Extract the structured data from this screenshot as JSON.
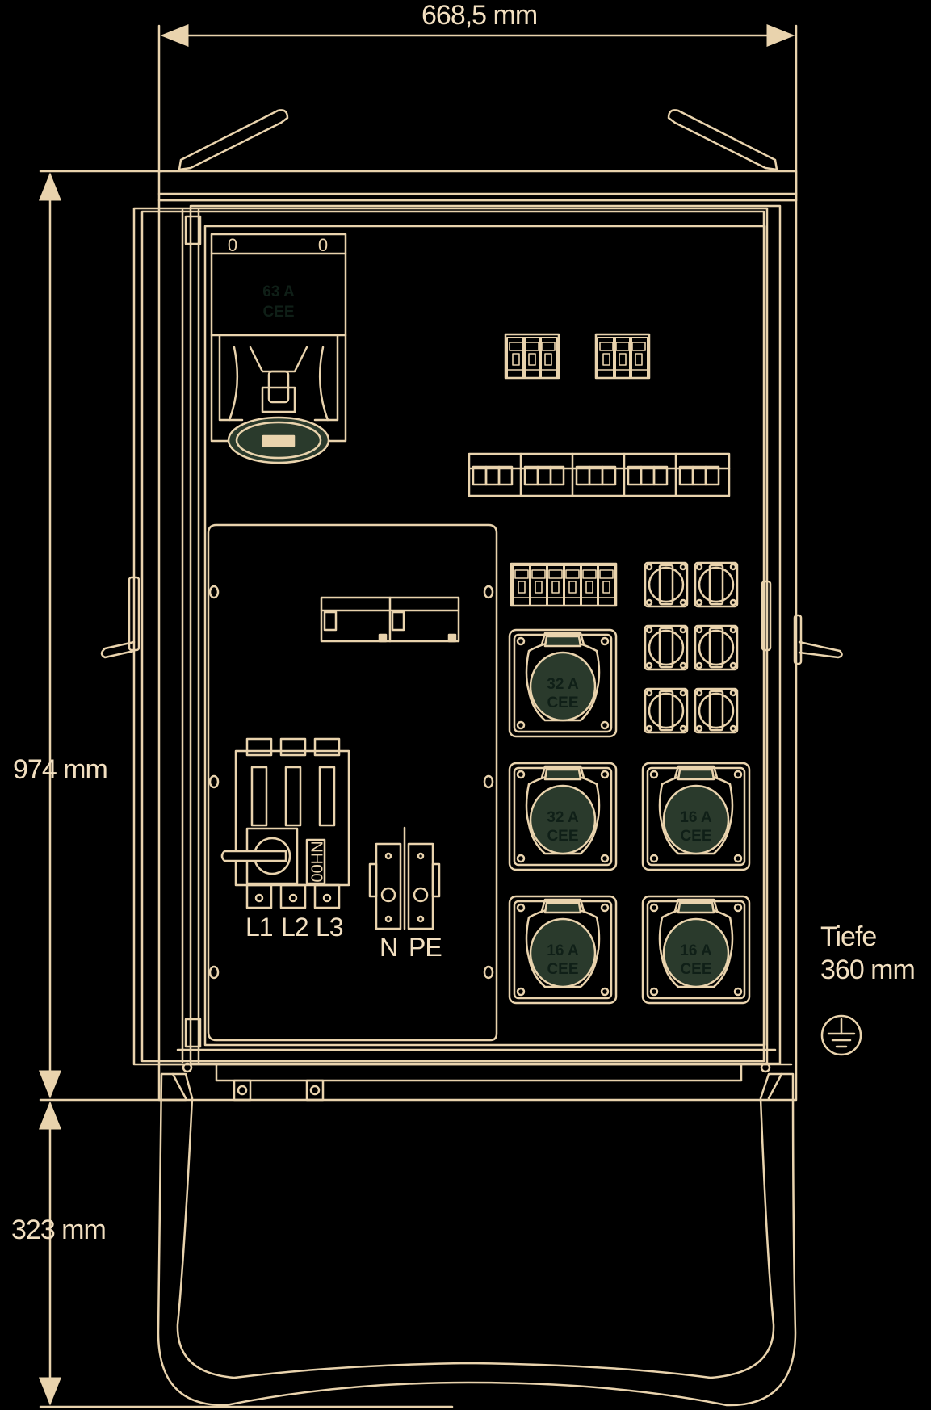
{
  "dimensions": {
    "width": "668,5 mm",
    "height": "974 mm",
    "legs": "323 mm",
    "depth_label": "Tiefe",
    "depth_value": "360 mm"
  },
  "main_inlet": {
    "switch_left": "0",
    "switch_right": "0",
    "rating": "63 A",
    "type": "CEE"
  },
  "cee_32_sockets": [
    {
      "rating": "32 A",
      "type": "CEE"
    },
    {
      "rating": "32 A",
      "type": "CEE"
    }
  ],
  "cee_16_sockets": [
    {
      "rating": "16 A",
      "type": "CEE"
    },
    {
      "rating": "16 A",
      "type": "CEE"
    },
    {
      "rating": "16 A",
      "type": "CEE"
    }
  ],
  "fuse_switch": {
    "label": "NH00",
    "phases": [
      "L1",
      "L2",
      "L3"
    ]
  },
  "terminals": {
    "neutral": "N",
    "earth": "PE"
  },
  "colors": {
    "line": "#e9d3ad",
    "text": "#f2dfc0",
    "dark_label": "#0f1f17",
    "socket_fill": "#2a3a2c",
    "background": "#000000"
  },
  "icons": [
    "ground-icon"
  ]
}
